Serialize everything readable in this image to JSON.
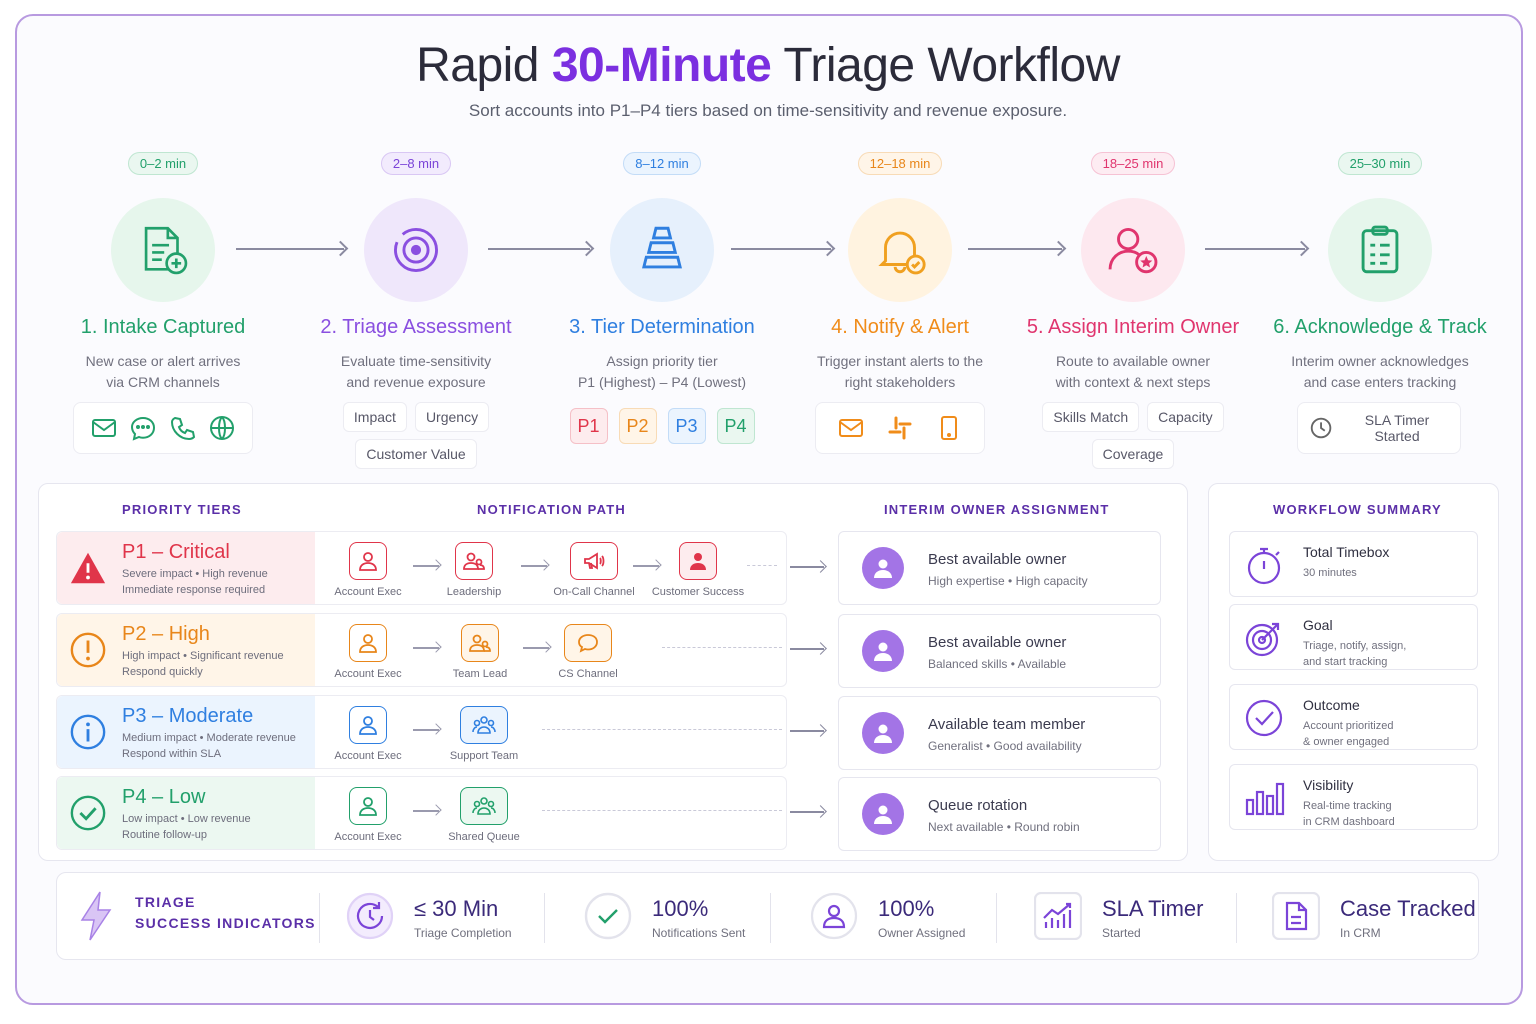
{
  "header": {
    "title_pre": "Rapid ",
    "title_accent": "30-Minute",
    "title_post": " Triage Workflow",
    "subtitle": "Sort accounts into P1–P4 tiers based on time-sensitivity and revenue exposure."
  },
  "steps": [
    {
      "time": "0–2 min",
      "title": "1. Intake Captured",
      "desc1": "New case or alert arrives",
      "desc2": "via CRM channels",
      "icons": [
        "mail-icon",
        "chat-icon",
        "phone-icon",
        "globe-icon"
      ],
      "color": "#22a06b"
    },
    {
      "time": "2–8 min",
      "title": "2. Triage Assessment",
      "desc1": "Evaluate time-sensitivity",
      "desc2": "and revenue exposure",
      "chips": [
        "Impact",
        "Urgency",
        "Customer Value"
      ],
      "color": "#8a4fe0"
    },
    {
      "time": "8–12 min",
      "title": "3. Tier Determination",
      "desc1": "Assign priority tier",
      "desc2": "P1 (Highest) – P4 (Lowest)",
      "tiers": [
        "P1",
        "P2",
        "P3",
        "P4"
      ],
      "color": "#2f7fe0"
    },
    {
      "time": "12–18 min",
      "title": "4. Notify & Alert",
      "desc1": "Trigger instant alerts to the",
      "desc2": "right stakeholders",
      "icons": [
        "mail-icon",
        "slack-icon",
        "mobile-icon"
      ],
      "color": "#f08c1a"
    },
    {
      "time": "18–25 min",
      "title": "5. Assign Interim Owner",
      "desc1": "Route to available owner",
      "desc2": "with context & next steps",
      "chips": [
        "Skills Match",
        "Capacity",
        "Coverage"
      ],
      "color": "#e0356e"
    },
    {
      "time": "25–30 min",
      "title": "6. Acknowledge & Track",
      "desc1": "Interim owner acknowledges",
      "desc2": "and case enters tracking",
      "badge": "SLA Timer Started",
      "color": "#22a06b"
    }
  ],
  "sections": {
    "priority_tiers": "PRIORITY TIERS",
    "notification_path": "NOTIFICATION PATH",
    "interim_owner": "INTERIM OWNER ASSIGNMENT",
    "workflow_summary": "WORKFLOW SUMMARY"
  },
  "tiers": [
    {
      "name": "P1 – Critical",
      "l1": "Severe impact • High revenue",
      "l2": "Immediate response required",
      "color": "#e0354a",
      "bg": "#fdecee",
      "path": [
        "Account Exec",
        "Leadership",
        "On-Call Channel",
        "Customer Success"
      ],
      "owner_title": "Best available owner",
      "owner_sub": "High expertise • High capacity"
    },
    {
      "name": "P2 – High",
      "l1": "High impact • Significant revenue",
      "l2": "Respond quickly",
      "color": "#e8861a",
      "bg": "#fff5e8",
      "path": [
        "Account Exec",
        "Team Lead",
        "CS Channel"
      ],
      "owner_title": "Best available owner",
      "owner_sub": "Balanced skills • Available"
    },
    {
      "name": "P3 – Moderate",
      "l1": "Medium impact • Moderate revenue",
      "l2": "Respond within SLA",
      "color": "#2f7fe0",
      "bg": "#ebf4fe",
      "path": [
        "Account Exec",
        "Support Team"
      ],
      "owner_title": "Available team member",
      "owner_sub": "Generalist • Good availability"
    },
    {
      "name": "P4 – Low",
      "l1": "Low impact • Low revenue",
      "l2": "Routine follow-up",
      "color": "#22a06b",
      "bg": "#ecf8f1",
      "path": [
        "Account Exec",
        "Shared Queue"
      ],
      "owner_title": "Queue rotation",
      "owner_sub": "Next available • Round robin"
    }
  ],
  "summary": [
    {
      "title": "Total Timebox",
      "l1": "30 minutes",
      "l2": ""
    },
    {
      "title": "Goal",
      "l1": "Triage, notify, assign,",
      "l2": "and start tracking"
    },
    {
      "title": "Outcome",
      "l1": "Account prioritized",
      "l2": "& owner engaged"
    },
    {
      "title": "Visibility",
      "l1": "Real-time tracking",
      "l2": "in CRM dashboard"
    }
  ],
  "indicators": {
    "head1": "TRIAGE",
    "head2": "SUCCESS INDICATORS",
    "items": [
      {
        "value": "≤ 30 Min",
        "label": "Triage Completion"
      },
      {
        "value": "100%",
        "label": "Notifications Sent"
      },
      {
        "value": "100%",
        "label": "Owner Assigned"
      },
      {
        "value": "SLA Timer",
        "label": "Started"
      },
      {
        "value": "Case Tracked",
        "label": "In CRM"
      }
    ]
  }
}
